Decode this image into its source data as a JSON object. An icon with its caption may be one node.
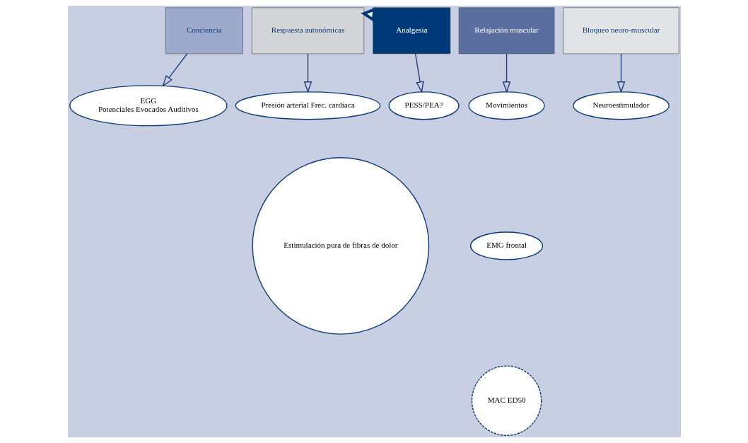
{
  "diagram": {
    "nodes": [
      {
        "text": [
          "Conciencia"
        ]
      },
      {
        "text": [
          "Respuesta autonómicas"
        ]
      },
      {
        "text": [
          "Analgesia"
        ]
      },
      {
        "text": [
          "Relajación muscular"
        ]
      },
      {
        "text": [
          "Bloqueo neuro-muscular"
        ]
      },
      {
        "text": [
          "EGG",
          "Potenciales Evocados Auditivos"
        ]
      },
      {
        "text": [
          "Presión arterial Frec. cardíaca"
        ]
      },
      {
        "text": [
          "PESS/PEA?"
        ]
      },
      {
        "text": [
          "Estimulación pura de fibras de dolor"
        ]
      },
      {
        "text": [
          "Neuroestimulador"
        ]
      },
      {
        "text": [
          "Movimientos"
        ]
      },
      {
        "text": [
          "EMG frontal"
        ]
      },
      {
        "text": [
          "MAC ED50"
        ]
      }
    ],
    "edges": [
      {
        "from": 0,
        "to": 5,
        "arrow": "to"
      },
      {
        "from": 1,
        "to": 6,
        "arrow": "to"
      },
      {
        "from": 2,
        "to": 7,
        "arrow": "to"
      },
      {
        "from": 2,
        "to": 1,
        "arrow": "to",
        "style": "thick",
        "color": "#003a78"
      },
      {
        "from": 3,
        "to": 10,
        "arrow": "to"
      },
      {
        "from": 4,
        "to": 9,
        "arrow": "to"
      }
    ]
  }
}
